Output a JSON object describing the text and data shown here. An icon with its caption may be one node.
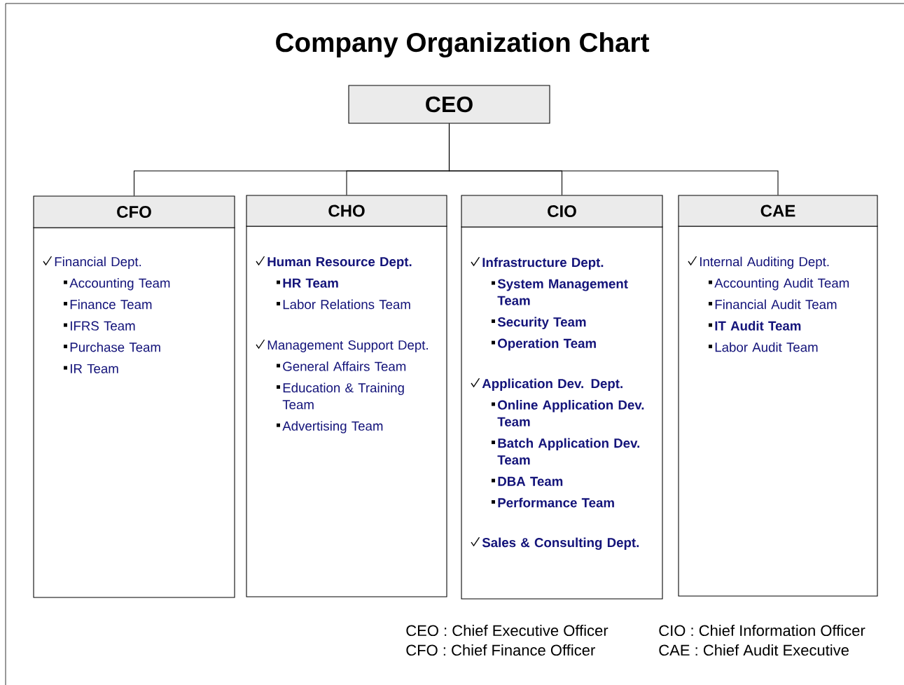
{
  "diagram": {
    "title": "Company Organization Chart",
    "nodes": [
      {
        "text": [
          "CEO"
        ]
      },
      {
        "text": [
          "CFO"
        ]
      },
      {
        "text": [
          "Financial Dept.",
          "Accounting Team",
          "Finance Team",
          "IFRS Team",
          "Purchase Team",
          "IR Team"
        ],
        "in": 1
      },
      {
        "text": [
          "CHO"
        ]
      },
      {
        "text": [
          "**Human Resource Dept.**",
          "**HR Team**",
          "Labor Relations Team"
        ],
        "in": 3
      },
      {
        "text": [
          "Management Support Dept.",
          "General Affairs Team",
          "Education & Training Team",
          "Advertising Team"
        ],
        "in": 3
      },
      {
        "text": [
          "CIO"
        ]
      },
      {
        "text": [
          "**Infrastructure Dept.**",
          "**System Management Team**",
          "**Security Team**",
          "**Operation Team**"
        ],
        "in": 6
      },
      {
        "text": [
          "**Application Dev. Dept.**",
          "**Online Application Dev. Team**",
          "**Batch Application Dev. Team**",
          "**DBA Team**",
          "**Performance Team**"
        ],
        "in": 6
      },
      {
        "text": [
          "**Sales & Consulting Dept.**"
        ],
        "in": 6
      },
      {
        "text": [
          "CAE"
        ]
      },
      {
        "text": [
          "Internal Auditing Dept.",
          "Accounting Audit Team",
          "Financial Audit Team",
          "**IT Audit Team**",
          "Labor Audit Team"
        ],
        "in": 10
      }
    ],
    "edges": [
      {
        "from": 0,
        "to": 1,
        "arrow": "none"
      },
      {
        "from": 0,
        "to": 3,
        "arrow": "none"
      },
      {
        "from": 0,
        "to": 6,
        "arrow": "none"
      },
      {
        "from": 0,
        "to": 10,
        "arrow": "none"
      }
    ],
    "labels": [
      "CEO : Chief Executive Officer",
      "CIO : Chief Information Officer",
      "CFO : Chief Finance Officer",
      "CAE : Chief Audit Executive"
    ]
  }
}
